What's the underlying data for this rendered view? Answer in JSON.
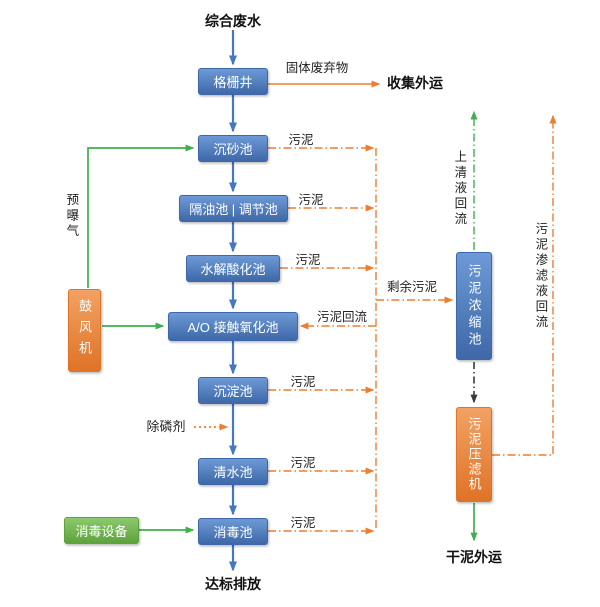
{
  "colors": {
    "blue_top": "#6d9ad6",
    "blue_bottom": "#3e68a8",
    "orange_top": "#f2a263",
    "orange_bottom": "#df7327",
    "green_top": "#8dc96e",
    "green_bottom": "#5ca33c",
    "arrow_blue": "#4577c2",
    "arrow_orange": "#ed7d31",
    "arrow_green": "#3faf4c",
    "arrow_black": "#3a3a3a",
    "label_text": "#222222"
  },
  "nodes": {
    "influent": "综合废水",
    "grid_well": "格栅井",
    "grit_chamber": "沉砂池",
    "oil_separator": "隔油池 | 调节池",
    "hydrolysis_tank": "水解酸化池",
    "ao_tank": "A/O 接触氧化池",
    "sedimentation_tank": "沉淀池",
    "clear_water_tank": "清水池",
    "disinfection_tank": "消毒池",
    "blower": "鼓风机",
    "disinfection_equipment": "消毒设备",
    "sludge_thickener": "污泥浓缩池",
    "sludge_filter_press": "污泥压滤机",
    "discharge": "达标排放",
    "dry_sludge_out": "干泥外运",
    "collect_out": "收集外运"
  },
  "labels": {
    "solid_waste": "固体废弃物",
    "sludge": "污泥",
    "sludge_return": "污泥回流",
    "excess_sludge": "剩余污泥",
    "pre_aeration": "预曝气",
    "phosphorus_remover": "除磷剂",
    "supernatant_return": "上清液回流",
    "filtrate_return": "污泥渗滤液回流"
  }
}
